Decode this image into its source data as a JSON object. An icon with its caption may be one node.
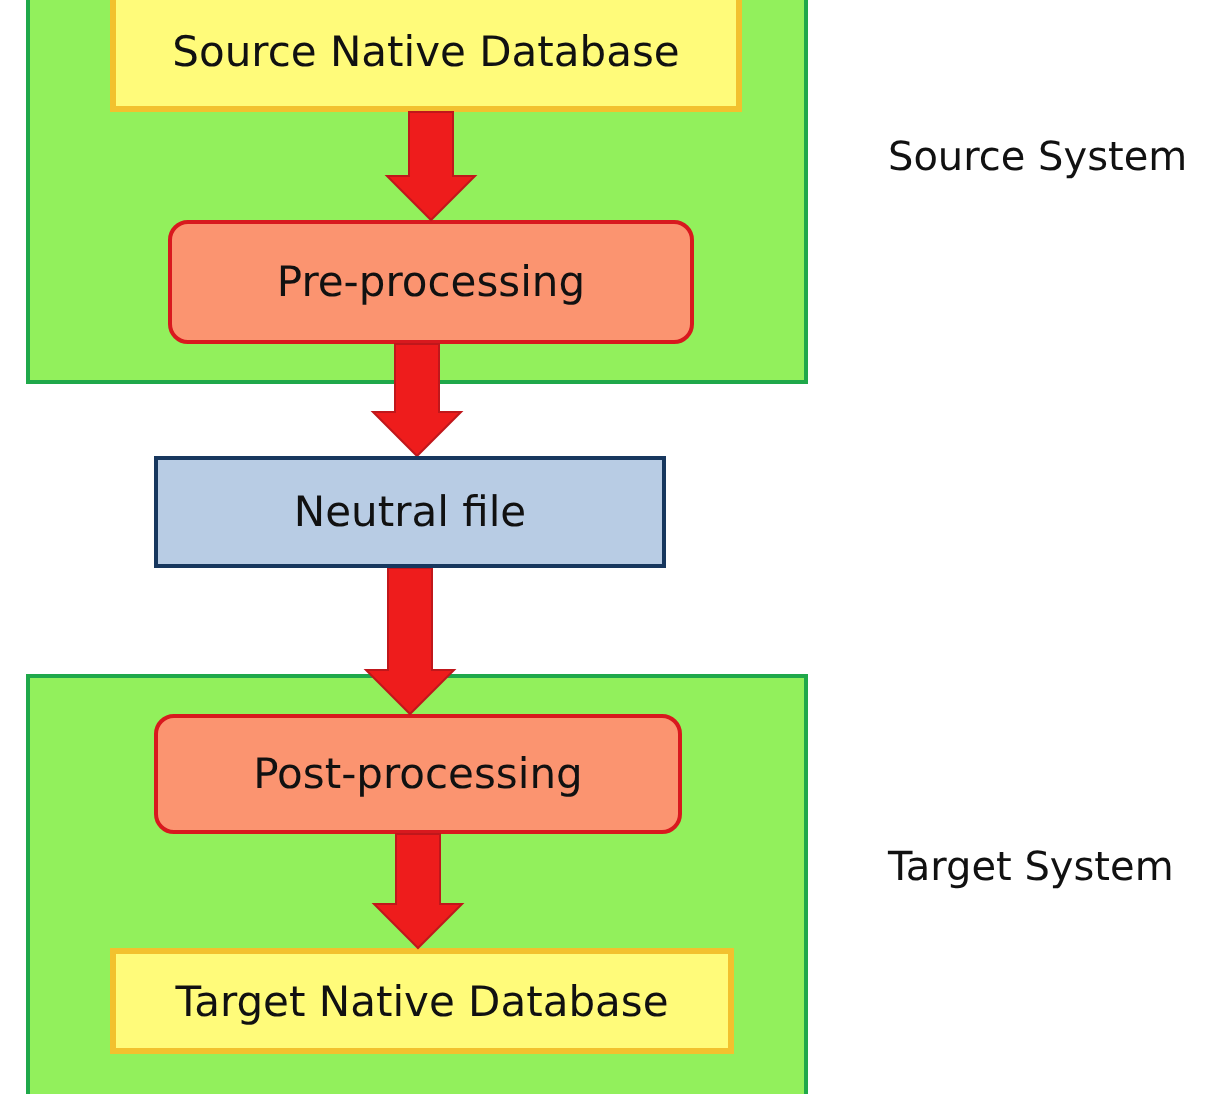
{
  "diagram": {
    "nodes": [
      {
        "text": [],
        "shape": "box",
        "beside": [
          "Source System"
        ]
      },
      {
        "text": [
          "Source Native Database"
        ],
        "in": 0
      },
      {
        "text": [
          "Pre-processing"
        ],
        "in": 0
      },
      {
        "text": [
          "Neutral file"
        ]
      },
      {
        "text": [],
        "shape": "box",
        "beside": [
          "Target System"
        ]
      },
      {
        "text": [
          "Post-processing"
        ],
        "in": 4
      },
      {
        "text": [
          "Target Native Database"
        ],
        "in": 4
      }
    ],
    "edges": [
      {
        "from": 1,
        "to": 2,
        "arrow": "to"
      },
      {
        "from": 2,
        "to": 3,
        "arrow": "to"
      },
      {
        "from": 3,
        "to": 5,
        "arrow": "to"
      },
      {
        "from": 5,
        "to": 6,
        "arrow": "to"
      }
    ]
  }
}
